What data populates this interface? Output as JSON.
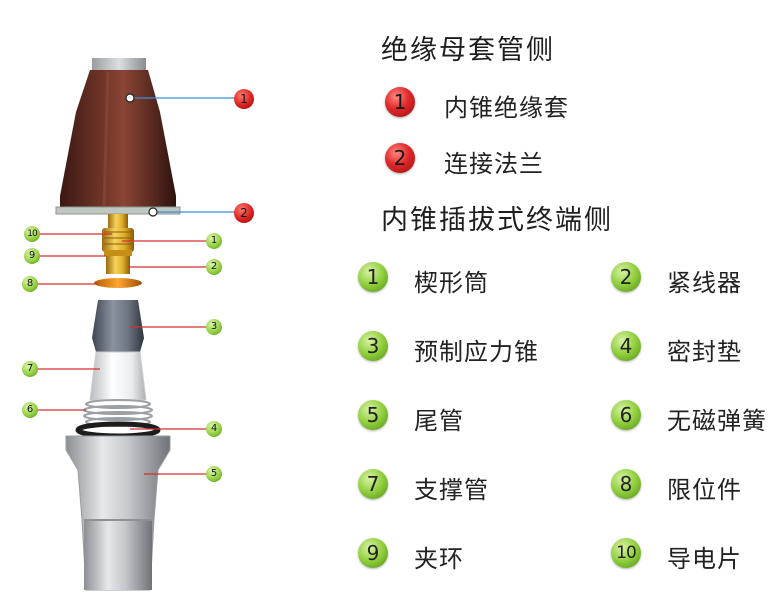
{
  "headings": {
    "bushing_side": "绝缘母套管侧",
    "terminal_side": "内锥插拔式终端侧"
  },
  "bushing_parts": [
    {
      "num": "1",
      "label": "内锥绝缘套"
    },
    {
      "num": "2",
      "label": "连接法兰"
    }
  ],
  "terminal_parts": [
    {
      "num": "1",
      "label": "楔形筒"
    },
    {
      "num": "2",
      "label": "紧线器"
    },
    {
      "num": "3",
      "label": "预制应力锥"
    },
    {
      "num": "4",
      "label": "密封垫"
    },
    {
      "num": "5",
      "label": "尾管"
    },
    {
      "num": "6",
      "label": "无磁弹簧"
    },
    {
      "num": "7",
      "label": "支撑管"
    },
    {
      "num": "8",
      "label": "限位件"
    },
    {
      "num": "9",
      "label": "夹环"
    },
    {
      "num": "10",
      "label": "导电片"
    }
  ],
  "diagram_callouts": {
    "bushing": [
      "1",
      "2"
    ],
    "terminal": [
      "10",
      "1",
      "9",
      "2",
      "8",
      "3",
      "7",
      "6",
      "4",
      "5"
    ]
  },
  "colors": {
    "bushing_badge": "#d9201f",
    "terminal_badge": "#8fce3b",
    "leader_line": "#3a8fd6",
    "insulator": "#5a2a20"
  }
}
